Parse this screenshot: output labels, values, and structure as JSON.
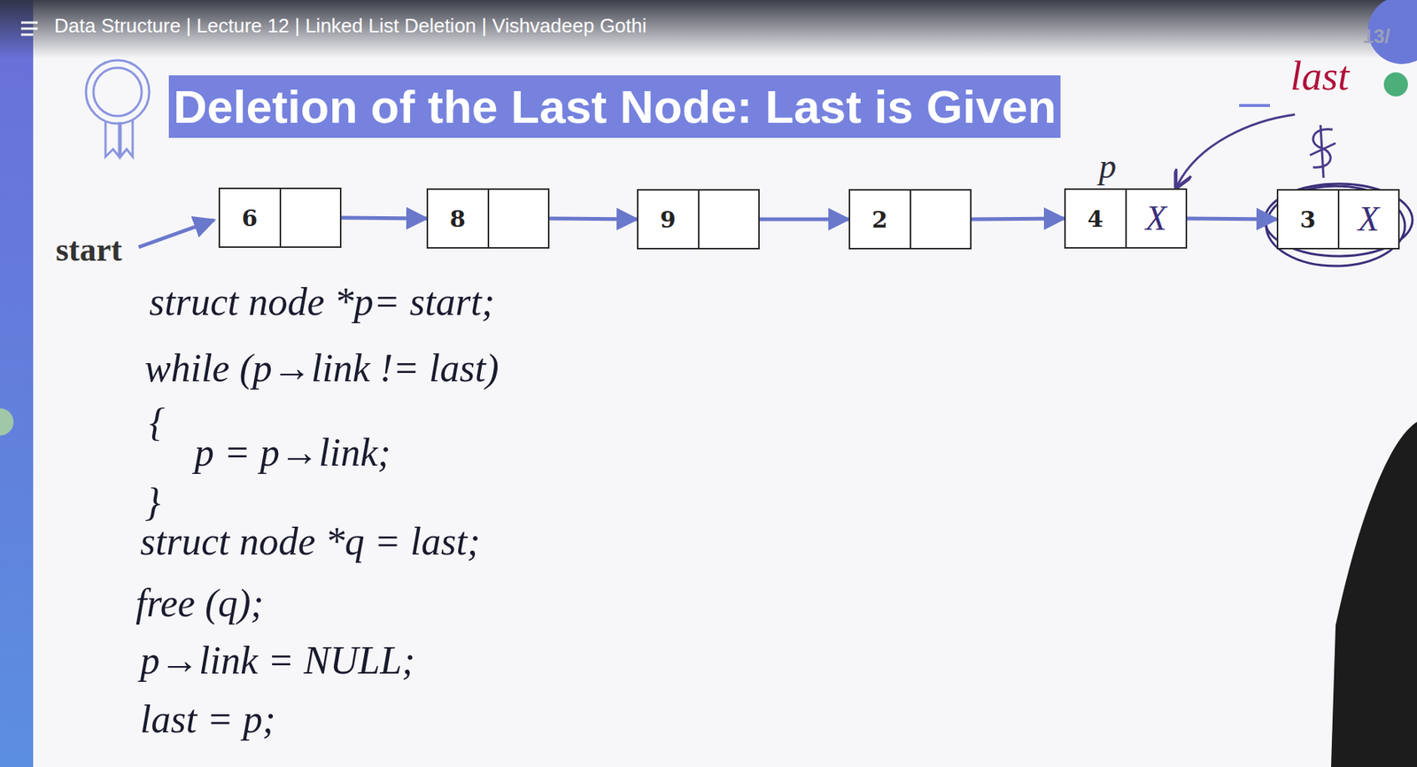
{
  "diagram": {
    "title": "Deletion of the Last Node: Last is Given",
    "nodes": [
      {
        "text": [
          "6"
        ]
      },
      {
        "text": [
          "8"
        ]
      },
      {
        "text": [
          "9"
        ]
      },
      {
        "text": [
          "2"
        ]
      },
      {
        "text": [
          "4",
          "X"
        ]
      },
      {
        "text": [
          "3",
          "X"
        ]
      }
    ],
    "edges": [
      {
        "from": 0,
        "to": 1,
        "arrow": "to"
      },
      {
        "from": 1,
        "to": 2,
        "arrow": "to"
      },
      {
        "from": 2,
        "to": 3,
        "arrow": "to"
      },
      {
        "from": 3,
        "to": 4,
        "arrow": "to"
      },
      {
        "from": 4,
        "to": 5,
        "arrow": "to"
      }
    ],
    "labels": [
      "Data Structure | Lecture 12 | Linked List Deletion | Vishvadeep Gothi",
      "13/",
      "last",
      "start",
      "p",
      "struct node *p= start;",
      "while (p→link != last)",
      "{",
      "p = p→link;",
      "}",
      "struct node *q = last;",
      "free (q);",
      "p→link = NULL;",
      "last = p;"
    ]
  }
}
